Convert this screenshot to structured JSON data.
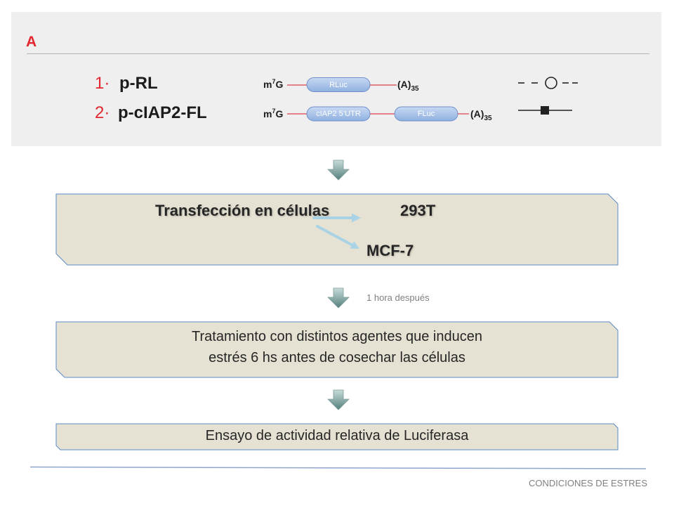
{
  "panel": {
    "label": "A",
    "constructs": [
      {
        "number": "1·",
        "name": "p-RL",
        "cap": {
          "base": "m",
          "sup": "7",
          "end": "G"
        },
        "elements": [
          "RLuc"
        ],
        "tail": {
          "base": "(A)",
          "sub": "35"
        },
        "legend_icon": "dashed-line-open-circle-icon"
      },
      {
        "number": "2·",
        "name": "p-cIAP2-FL",
        "cap": {
          "base": "m",
          "sup": "7",
          "end": "G"
        },
        "elements": [
          "cIAP2 5’UTR",
          "FLuc"
        ],
        "tail": {
          "base": "(A)",
          "sub": "35"
        },
        "legend_icon": "solid-line-filled-square-icon"
      }
    ]
  },
  "flow": {
    "transfection": {
      "text": "Transfección en células",
      "targets": [
        "293T",
        "MCF-7"
      ]
    },
    "delay_note": "1 hora después",
    "treatment": {
      "lines": [
        "Tratamiento con distintos agentes que inducen",
        "estrés 6 hs antes de cosechar las células"
      ]
    },
    "assay": "Ensayo de actividad relativa de Luciferasa"
  },
  "footer": "CONDICIONES DE ESTRES",
  "colors": {
    "accent": "#e32630",
    "connector": "#d9414a",
    "panel_bg": "#efefef",
    "box_fill": "#e6e2d3",
    "box_border": "#5b8ac4",
    "pill": "#8fb0e0",
    "pill_border": "#6f8fc8",
    "flow_arrow": "#557f7c",
    "branch_arrow": "#a6d3e6"
  }
}
